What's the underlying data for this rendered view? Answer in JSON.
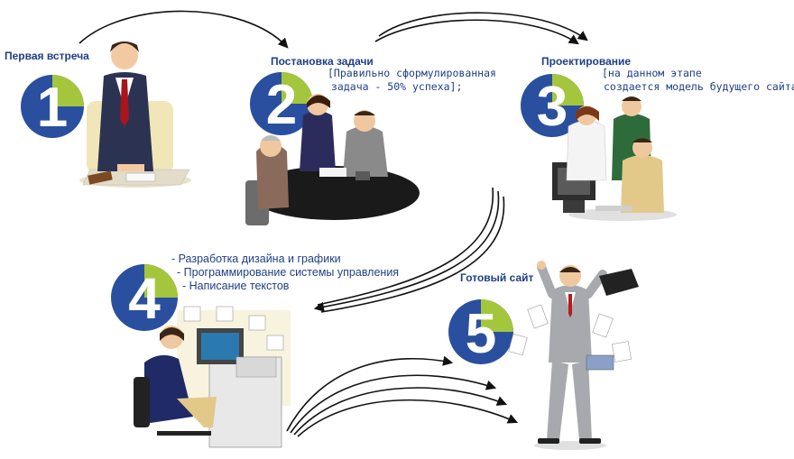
{
  "steps": [
    {
      "number": "1",
      "title": "Первая встреча"
    },
    {
      "number": "2",
      "title": "Постановка задачи",
      "note_line1": "[Правильно сформулированная",
      "note_line2": "задача - 50% успеха];"
    },
    {
      "number": "3",
      "title": "Проектирование",
      "note_line1": "[на данном этапе",
      "note_line2": "создается модель будущего сайта];"
    },
    {
      "number": "4",
      "bullets": [
        "- Разработка дизайна и графики",
        "- Программирование системы управления",
        "- Написание текстов"
      ]
    },
    {
      "number": "5",
      "title": "Готовый сайт"
    }
  ],
  "colors": {
    "label_text": "#1f3f86",
    "number_blue": "#2a4f9e",
    "number_green": "#a4c63c",
    "arrow": "#111111"
  }
}
